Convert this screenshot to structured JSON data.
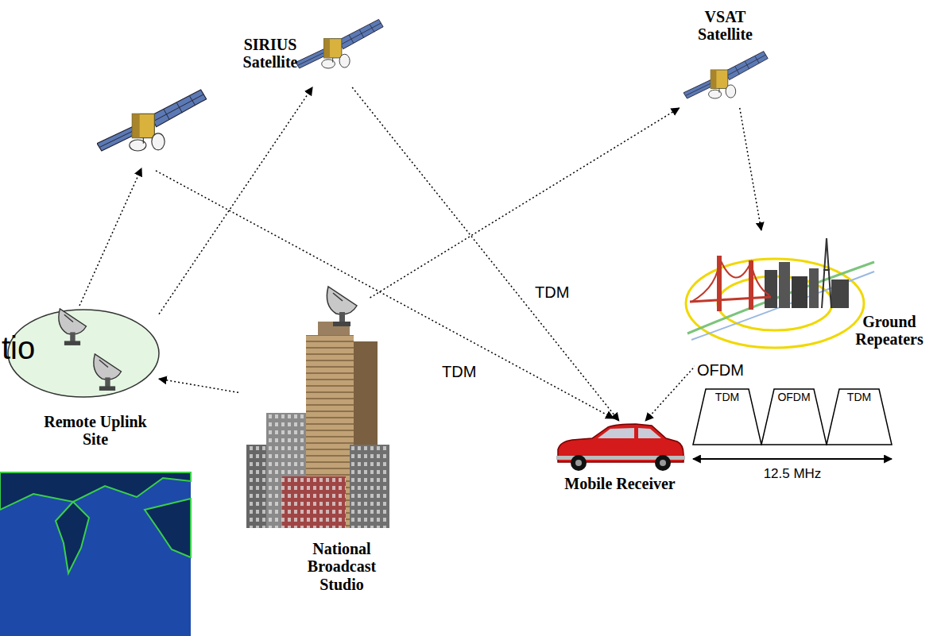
{
  "diagram": {
    "nodes": [
      {
        "text": [
          "SIRIUS Satellite"
        ]
      },
      {
        "text": [
          "VSAT Satellite"
        ]
      },
      {
        "text": [
          "Remote Uplink Site"
        ]
      },
      {
        "text": [
          "National Broadcast Studio"
        ]
      },
      {
        "text": [
          "Ground Repeaters"
        ]
      },
      {
        "text": [
          "Mobile Receiver"
        ]
      }
    ],
    "edges": [
      {
        "from": 2,
        "to": 0,
        "arrow": "to"
      },
      {
        "from": 3,
        "to": 2,
        "arrow": "to"
      },
      {
        "from": 3,
        "to": 1,
        "arrow": "to"
      },
      {
        "from": 0,
        "to": 5,
        "label": "TDM",
        "arrow": "to"
      },
      {
        "from": 1,
        "to": 4,
        "arrow": "to"
      },
      {
        "from": 4,
        "to": 5,
        "label": "OFDM",
        "arrow": "to"
      }
    ],
    "labels": [
      "tio",
      "TDM",
      "TDM",
      "OFDM",
      "TDM",
      "12.5 MHz"
    ]
  }
}
